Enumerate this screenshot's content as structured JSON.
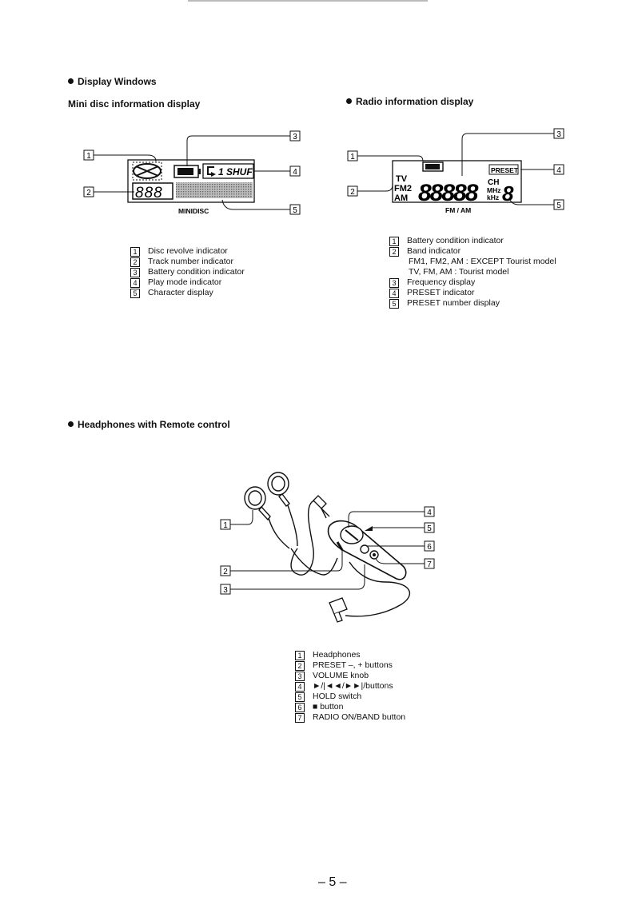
{
  "page_number": "– 5 –",
  "display_windows": {
    "heading": "Display Windows",
    "mini_disc": {
      "title": "Mini disc information display",
      "lcd_mode": "1 SHUF",
      "lcd_digits": "888",
      "lcd_caption": "MINIDISC",
      "callouts": [
        "1",
        "2",
        "3",
        "4",
        "5"
      ],
      "legend": [
        {
          "num": "1",
          "text": "Disc revolve indicator"
        },
        {
          "num": "2",
          "text": "Track number indicator"
        },
        {
          "num": "3",
          "text": "Battery condition indicator"
        },
        {
          "num": "4",
          "text": "Play mode indicator"
        },
        {
          "num": "5",
          "text": "Character display"
        }
      ]
    },
    "radio": {
      "title": "Radio information display",
      "lcd_bands": [
        "TV",
        "FM2",
        "AM"
      ],
      "lcd_freq": "88888",
      "lcd_units": [
        "CH",
        "MHz",
        "kHz"
      ],
      "lcd_preset": "PRESET",
      "lcd_preset_num": "8",
      "lcd_caption": "FM / AM",
      "callouts": [
        "1",
        "2",
        "3",
        "4",
        "5"
      ],
      "legend": [
        {
          "num": "1",
          "text": "Battery condition indicator"
        },
        {
          "num": "2",
          "text": "Band indicator"
        },
        {
          "num": "",
          "text": "FM1, FM2, AM : EXCEPT Tourist model"
        },
        {
          "num": "",
          "text": "TV, FM, AM : Tourist model"
        },
        {
          "num": "3",
          "text": "Frequency display"
        },
        {
          "num": "4",
          "text": "PRESET indicator"
        },
        {
          "num": "5",
          "text": "PRESET number display"
        }
      ]
    }
  },
  "headphones": {
    "heading": "Headphones with Remote control",
    "callouts": [
      "1",
      "2",
      "3",
      "4",
      "5",
      "6",
      "7"
    ],
    "legend": [
      {
        "num": "1",
        "text": "Headphones"
      },
      {
        "num": "2",
        "text": "PRESET –, + buttons"
      },
      {
        "num": "3",
        "text": "VOLUME knob"
      },
      {
        "num": "4",
        "text": "►/|◄◄/►►|/buttons"
      },
      {
        "num": "5",
        "text": "HOLD switch"
      },
      {
        "num": "6",
        "text": "■ button"
      },
      {
        "num": "7",
        "text": "RADIO ON/BAND button"
      }
    ]
  }
}
